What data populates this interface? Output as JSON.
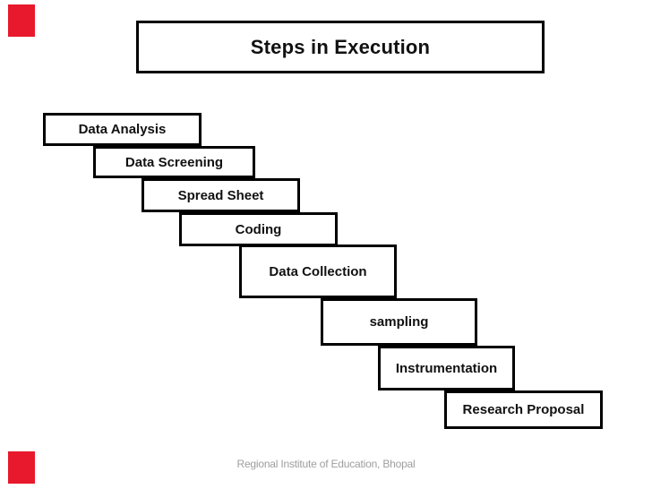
{
  "slide": {
    "title": "Steps in Execution",
    "footer": "Regional Institute of Education, Bhopal",
    "colors": {
      "accent_red": "#e8192c",
      "border": "#000000",
      "background": "#ffffff",
      "footer_text": "#9e9e9e"
    },
    "steps": [
      {
        "label": "Data Analysis"
      },
      {
        "label": "Data Screening"
      },
      {
        "label": "Spread Sheet"
      },
      {
        "label": "Coding"
      },
      {
        "label": "Data Collection"
      },
      {
        "label": "sampling"
      },
      {
        "label": "Instrumentation"
      },
      {
        "label": "Research Proposal"
      }
    ]
  }
}
